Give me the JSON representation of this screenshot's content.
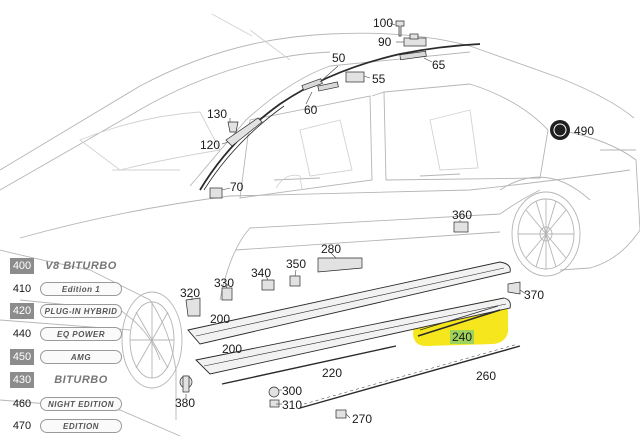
{
  "callouts": {
    "c100": "100",
    "c90": "90",
    "c50": "50",
    "c65": "65",
    "c55": "55",
    "c60": "60",
    "c130": "130",
    "c120": "120",
    "c70": "70",
    "c490": "490",
    "c360": "360",
    "c280": "280",
    "c330": "330",
    "c340": "340",
    "c350": "350",
    "c320": "320",
    "c200a": "200",
    "c200b": "200",
    "c370": "370",
    "c240": "240",
    "c220": "220",
    "c260": "260",
    "c380": "380",
    "c300": "300",
    "c310": "310",
    "c270": "270"
  },
  "legend": [
    {
      "num": "400",
      "label": "V8 BITURBO"
    },
    {
      "num": "410",
      "label": "Edition 1"
    },
    {
      "num": "420",
      "label": "PLUG-IN HYBRID"
    },
    {
      "num": "440",
      "label": "EQ POWER"
    },
    {
      "num": "450",
      "label": "AMG"
    },
    {
      "num": "430",
      "label": "BITURBO"
    },
    {
      "num": "460",
      "label": "NIGHT EDITION"
    },
    {
      "num": "470",
      "label": "EDITION"
    }
  ],
  "selected_part": "240",
  "colors": {
    "highlight": "#f5e61e",
    "selected_label": "#9fd25a",
    "legend_grey": "#8c8c8c"
  }
}
